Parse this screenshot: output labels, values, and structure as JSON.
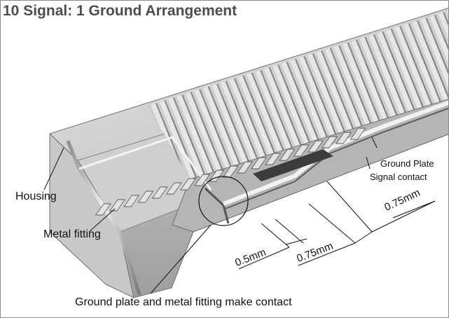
{
  "diagram": {
    "title": "10 Signal: 1 Ground Arrangement",
    "labels": {
      "housing": "Housing",
      "metal_fitting": "Metal fitting",
      "ground_plate": "Ground Plate",
      "signal_contact": "Signal contact",
      "contact_note": "Ground plate and metal fitting make contact"
    },
    "dimensions": {
      "pitch_small": "0.5mm",
      "pitch_mid": "0.75mm",
      "pitch_top": "0.75mm"
    }
  }
}
